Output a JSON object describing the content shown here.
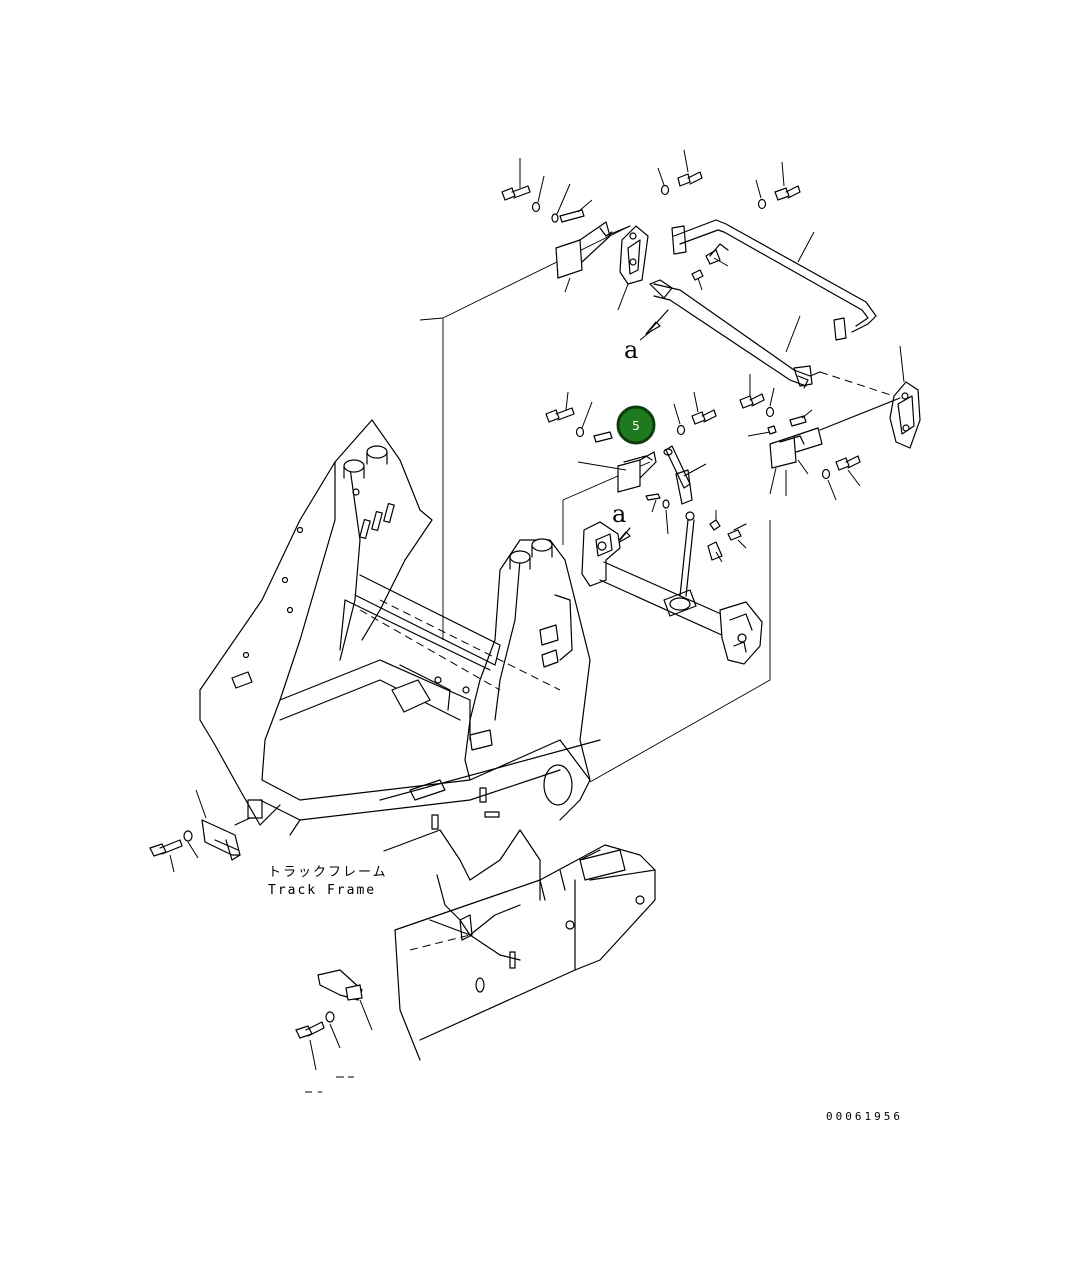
{
  "frame_label": {
    "japanese": "トラックフレーム",
    "english": "Track Frame"
  },
  "view_marker": "a",
  "callout": {
    "number": "5",
    "color": "#1f7a1f"
  },
  "drawing_number": "00061956"
}
